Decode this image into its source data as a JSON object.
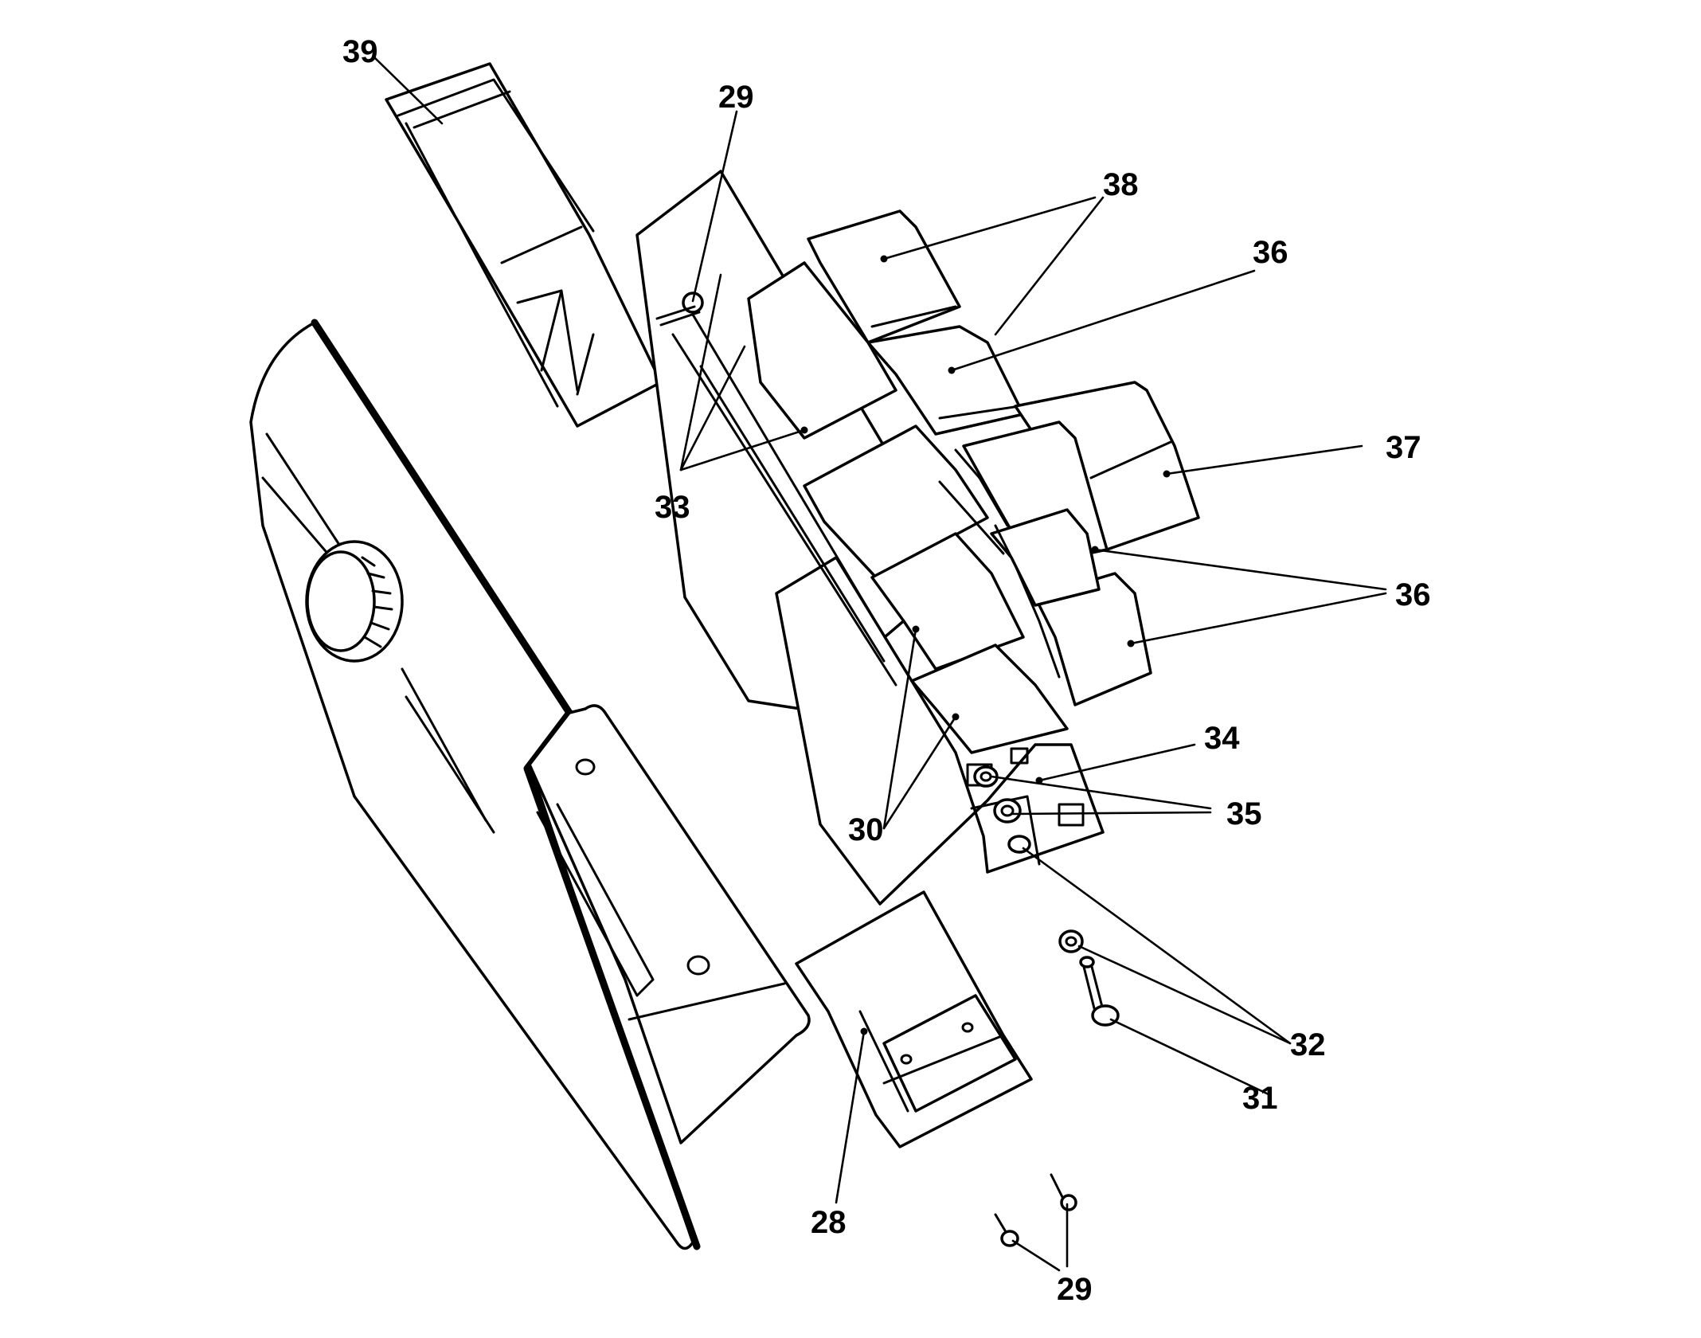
{
  "diagram": {
    "callouts": [
      {
        "id": "c39",
        "text": "39"
      },
      {
        "id": "c29a",
        "text": "29"
      },
      {
        "id": "c38",
        "text": "38"
      },
      {
        "id": "c36a",
        "text": "36"
      },
      {
        "id": "c37",
        "text": "37"
      },
      {
        "id": "c36b",
        "text": "36"
      },
      {
        "id": "c33",
        "text": "33"
      },
      {
        "id": "c34",
        "text": "34"
      },
      {
        "id": "c35",
        "text": "35"
      },
      {
        "id": "c30",
        "text": "30"
      },
      {
        "id": "c32",
        "text": "32"
      },
      {
        "id": "c31",
        "text": "31"
      },
      {
        "id": "c28",
        "text": "28"
      },
      {
        "id": "c29b",
        "text": "29"
      }
    ],
    "stroke_color": "#000000",
    "background_color": "#ffffff"
  }
}
